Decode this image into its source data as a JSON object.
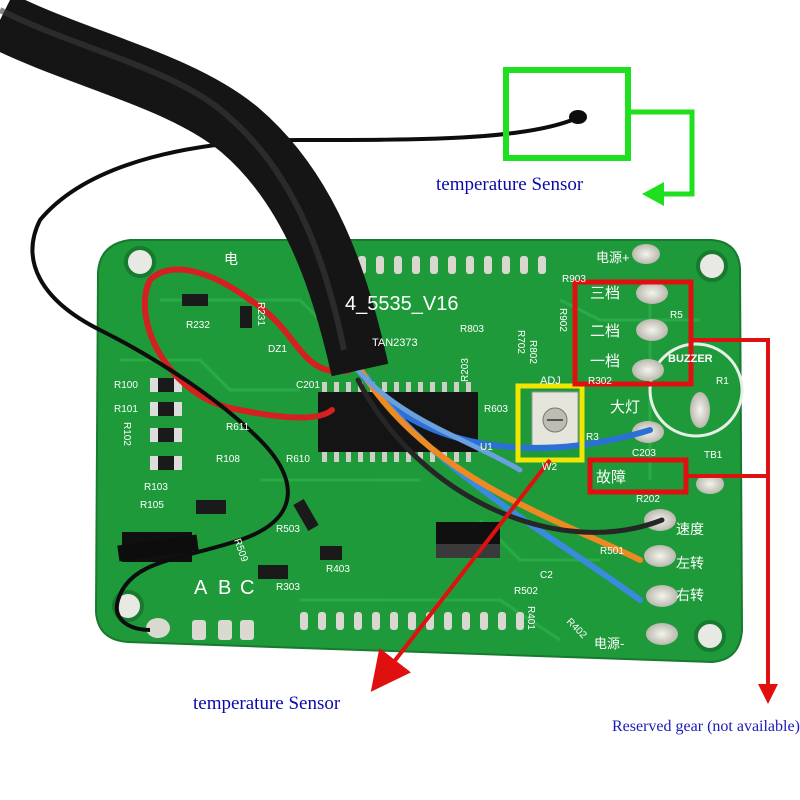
{
  "board": {
    "model": "4_5535_V16",
    "chip_mark": "TAN2373",
    "adj_mark": "ADJ",
    "pads_right": [
      "电源+",
      "三档",
      "二档",
      "一档",
      "大灯",
      "故障",
      "速度",
      "左转",
      "右转",
      "电源-"
    ],
    "left_letters": [
      "A",
      "B",
      "C"
    ],
    "components": [
      "R903",
      "R5",
      "R902",
      "R803",
      "R702",
      "R802",
      "R203",
      "R302",
      "R603",
      "R232",
      "R231",
      "DZ1",
      "R100",
      "R101",
      "R102",
      "R103",
      "R105",
      "R611",
      "R108",
      "R610",
      "C201",
      "U1",
      "W2",
      "R3",
      "C203",
      "R202",
      "TB1",
      "R1",
      "R501",
      "R502",
      "R503",
      "R509",
      "R403",
      "R303",
      "R401",
      "R402",
      "C2"
    ],
    "buzzer": "BUZZER",
    "elec": "电"
  },
  "annotations": {
    "sensor_top": "temperature Sensor",
    "sensor_bottom": "temperature Sensor",
    "reserved": "Reserved gear (not available)"
  },
  "colors": {
    "pcb": "#1f9a3a",
    "green_box": "#1fe01f",
    "yellow_box": "#f2e600",
    "red_box": "#e01010",
    "label_blue": "#0a0aa8"
  }
}
